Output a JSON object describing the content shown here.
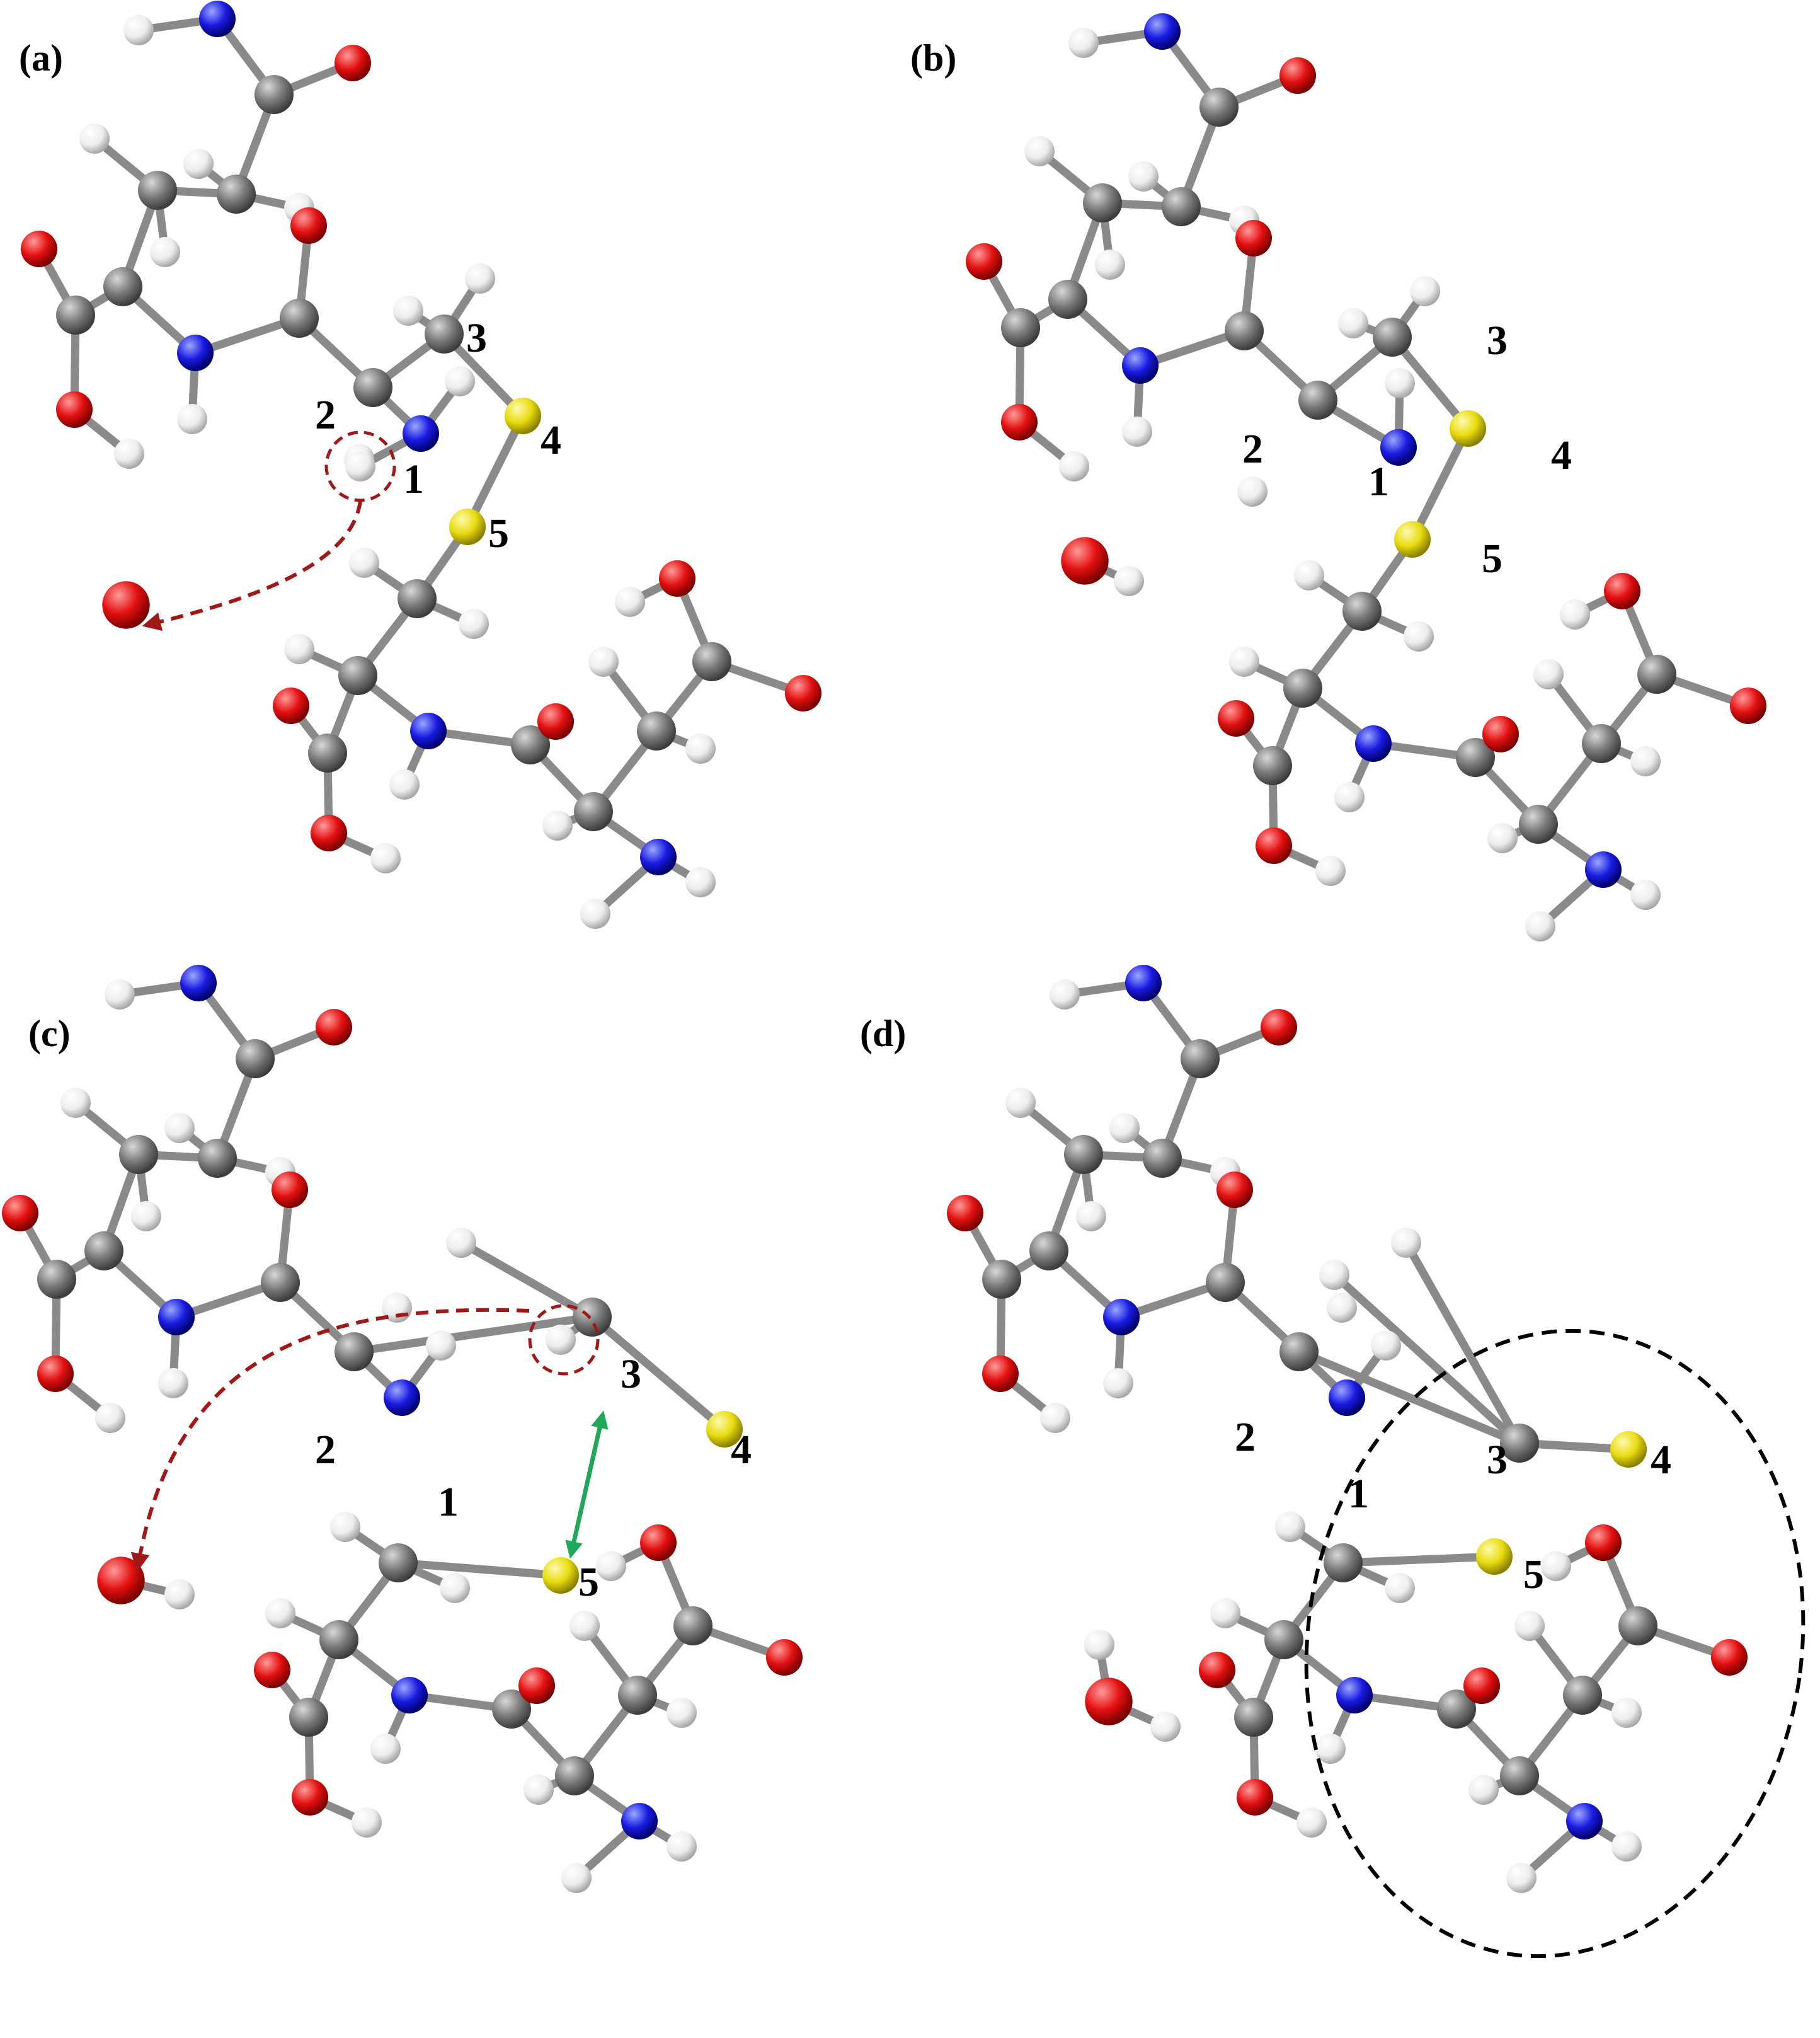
{
  "panels": [
    {
      "id": "a",
      "label": "(a)",
      "numbers": [
        "2",
        "1",
        "3",
        "4",
        "5"
      ]
    },
    {
      "id": "b",
      "label": "(b)",
      "numbers": [
        "2",
        "1",
        "3",
        "4",
        "5"
      ]
    },
    {
      "id": "c",
      "label": "(c)",
      "numbers": [
        "2",
        "1",
        "3",
        "4",
        "5"
      ]
    },
    {
      "id": "d",
      "label": "(d)",
      "numbers": [
        "2",
        "1",
        "3",
        "4",
        "5"
      ]
    }
  ],
  "atom_colors": {
    "carbon": "#7a7a7a",
    "oxygen": "#e31010",
    "nitrogen": "#1a1ae0",
    "hydrogen": "#ededed",
    "sulfur": "#e8dc10",
    "bond": "#8a8a8a"
  },
  "annotation_colors": {
    "transfer_arrow": "#a01818",
    "distance_arrow": "#20a85a",
    "product_ring": "#000000"
  }
}
